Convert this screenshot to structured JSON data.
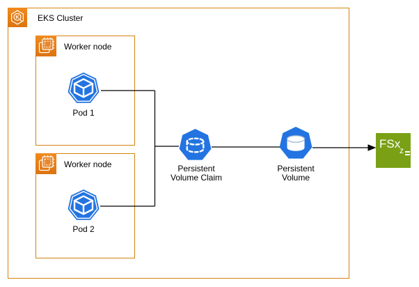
{
  "cluster": {
    "label": "EKS Cluster"
  },
  "worker_node_1": {
    "label": "Worker node",
    "pod_label": "Pod 1"
  },
  "worker_node_2": {
    "label": "Worker node",
    "pod_label": "Pod 2"
  },
  "pvc": {
    "line1": "Persistent",
    "line2": "Volume Claim"
  },
  "pv": {
    "line1": "Persistent",
    "line2": "Volume"
  },
  "fsx": {
    "label": "FSx",
    "subscript": "z"
  },
  "icons": {
    "eks_letter": "K"
  },
  "colors": {
    "aws_orange_border": "#D4820F",
    "aws_orange_icon": "#E8872D",
    "k8s_blue": "#2374E1",
    "fsx_green": "#7AA116",
    "connector": "#000000",
    "background": "#FFFFFF"
  }
}
